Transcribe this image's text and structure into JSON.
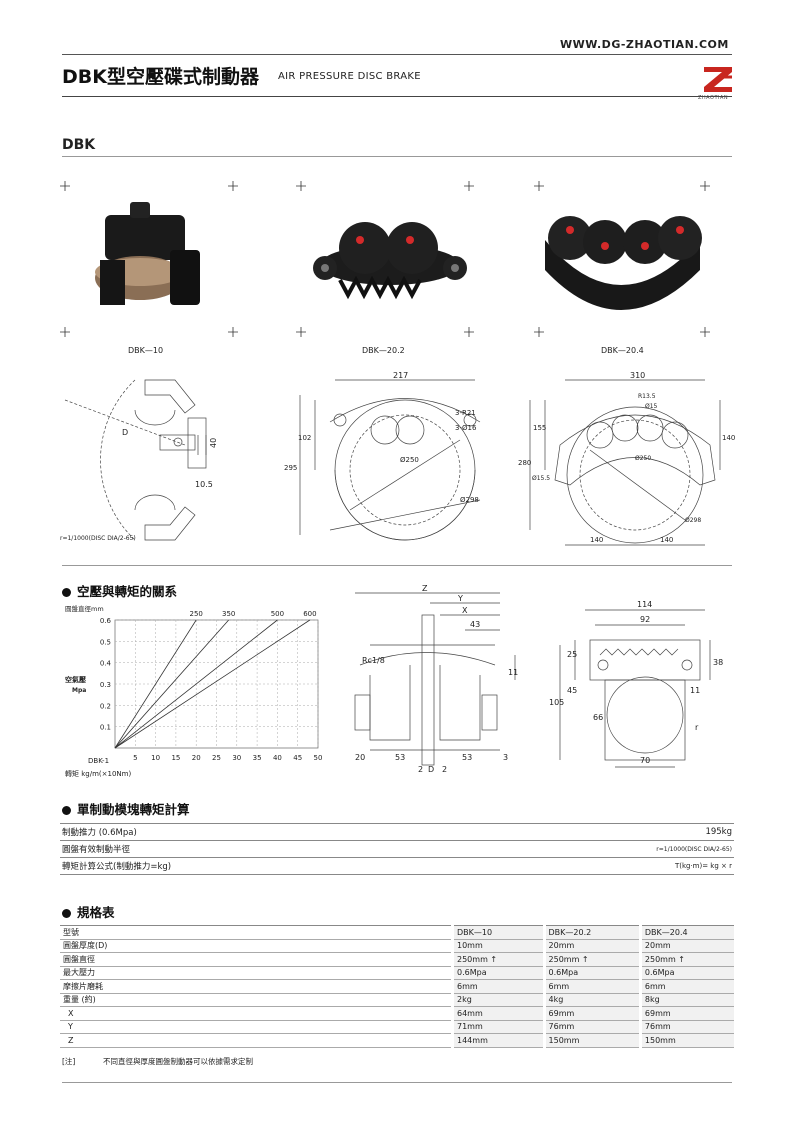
{
  "header": {
    "url": "WWW.DG-ZHAOTIAN.COM",
    "title": "DBK型空壓碟式制動器",
    "subtitle": "AIR PRESSURE DISC BRAKE",
    "logo_text": "ZHAOTIAN"
  },
  "section_title": "DBK",
  "products": [
    {
      "caption": "DBK—10"
    },
    {
      "caption": "DBK—20.2"
    },
    {
      "caption": "DBK—20.4"
    }
  ],
  "drawings": {
    "d1": {
      "dim_40": "40",
      "dim_105": "10.5",
      "dim_D": "D",
      "formula": "r=1/1000(DISC DIA/2-65)"
    },
    "d2": {
      "w": "217",
      "r": "3-R21",
      "hole": "3-Ø16",
      "h1": "102",
      "h2": "295",
      "dia1": "Ø250",
      "dia2": "Ø298"
    },
    "d3": {
      "w": "310",
      "r": "R13.5",
      "hole": "Ø15",
      "h1": "155",
      "h2": "280",
      "h3": "140",
      "dia1": "Ø250",
      "dia2": "Ø298",
      "hole2": "Ø15.5",
      "b1": "140",
      "b2": "140"
    }
  },
  "torque_chart": {
    "heading": "空壓與轉矩的關系",
    "dia_label": "圓盤直徑mm",
    "y_label_1": "空氣壓",
    "y_label_2": "Mpa",
    "x_label": "轉矩  kg/m(×10Nm)",
    "model_label": "DBK-1"
  },
  "chart_data": {
    "type": "line",
    "title": "",
    "xlabel": "轉矩  kg/m(×10Nm)",
    "ylabel": "空氣壓 Mpa",
    "x_ticks": [
      5,
      10,
      15,
      20,
      25,
      30,
      35,
      40,
      45,
      50
    ],
    "y_ticks": [
      0.1,
      0.2,
      0.3,
      0.4,
      0.5,
      0.6
    ],
    "xlim": [
      0,
      50
    ],
    "ylim": [
      0,
      0.6
    ],
    "top_labels": [
      "250",
      "350",
      "500",
      "600"
    ],
    "series": [
      {
        "name": "250",
        "points": [
          [
            0,
            0
          ],
          [
            20,
            0.6
          ]
        ]
      },
      {
        "name": "350",
        "points": [
          [
            0,
            0
          ],
          [
            28,
            0.6
          ]
        ]
      },
      {
        "name": "500",
        "points": [
          [
            0,
            0
          ],
          [
            40,
            0.6
          ]
        ]
      },
      {
        "name": "600",
        "points": [
          [
            0,
            0
          ],
          [
            48,
            0.6
          ]
        ]
      }
    ],
    "grid": true
  },
  "side_drawing": {
    "Z": "Z",
    "Y": "Y",
    "X": "X",
    "d43": "43",
    "d11": "11",
    "rc": "Rc1/8",
    "d20": "20",
    "d53a": "53",
    "d53b": "53",
    "d3": "3",
    "d2a": "2",
    "dD": "D",
    "d2b": "2"
  },
  "front_drawing": {
    "d114": "114",
    "d92": "92",
    "d25": "25",
    "d38": "38",
    "d45": "45",
    "d105": "105",
    "d66": "66",
    "d11": "11",
    "d70": "70",
    "r": "r"
  },
  "calc": {
    "heading": "單制動模塊轉矩計算",
    "rows": [
      {
        "label": "制動推力 (0.6Mpa)",
        "value": "195kg"
      },
      {
        "label": "圓盤有效制動半徑",
        "value": "r=1/1000(DISC DIA/2-65)"
      },
      {
        "label": "轉矩計算公式(制動推力=kg)",
        "value": "T(kg·m)= kg × r"
      }
    ]
  },
  "spec": {
    "heading": "規格表",
    "header": [
      "型號",
      "DBK—10",
      "DBK—20.2",
      "DBK—20.4"
    ],
    "rows": [
      [
        "圓盤厚度(D)",
        "10mm",
        "20mm",
        "20mm"
      ],
      [
        "圓盤直徑",
        "250mm ↑",
        "250mm ↑",
        "250mm ↑"
      ],
      [
        "最大壓力",
        "0.6Mpa",
        "0.6Mpa",
        "0.6Mpa"
      ],
      [
        "摩擦片磨耗",
        "6mm",
        "6mm",
        "6mm"
      ],
      [
        "重量 (約)",
        "2kg",
        "4kg",
        "8kg"
      ],
      [
        "X",
        "64mm",
        "69mm",
        "69mm"
      ],
      [
        "Y",
        "71mm",
        "76mm",
        "76mm"
      ],
      [
        "Z",
        "144mm",
        "150mm",
        "150mm"
      ]
    ],
    "note_label": "[注]",
    "note": "不同直徑與厚度圓盤制動器可以依據需求定制"
  }
}
